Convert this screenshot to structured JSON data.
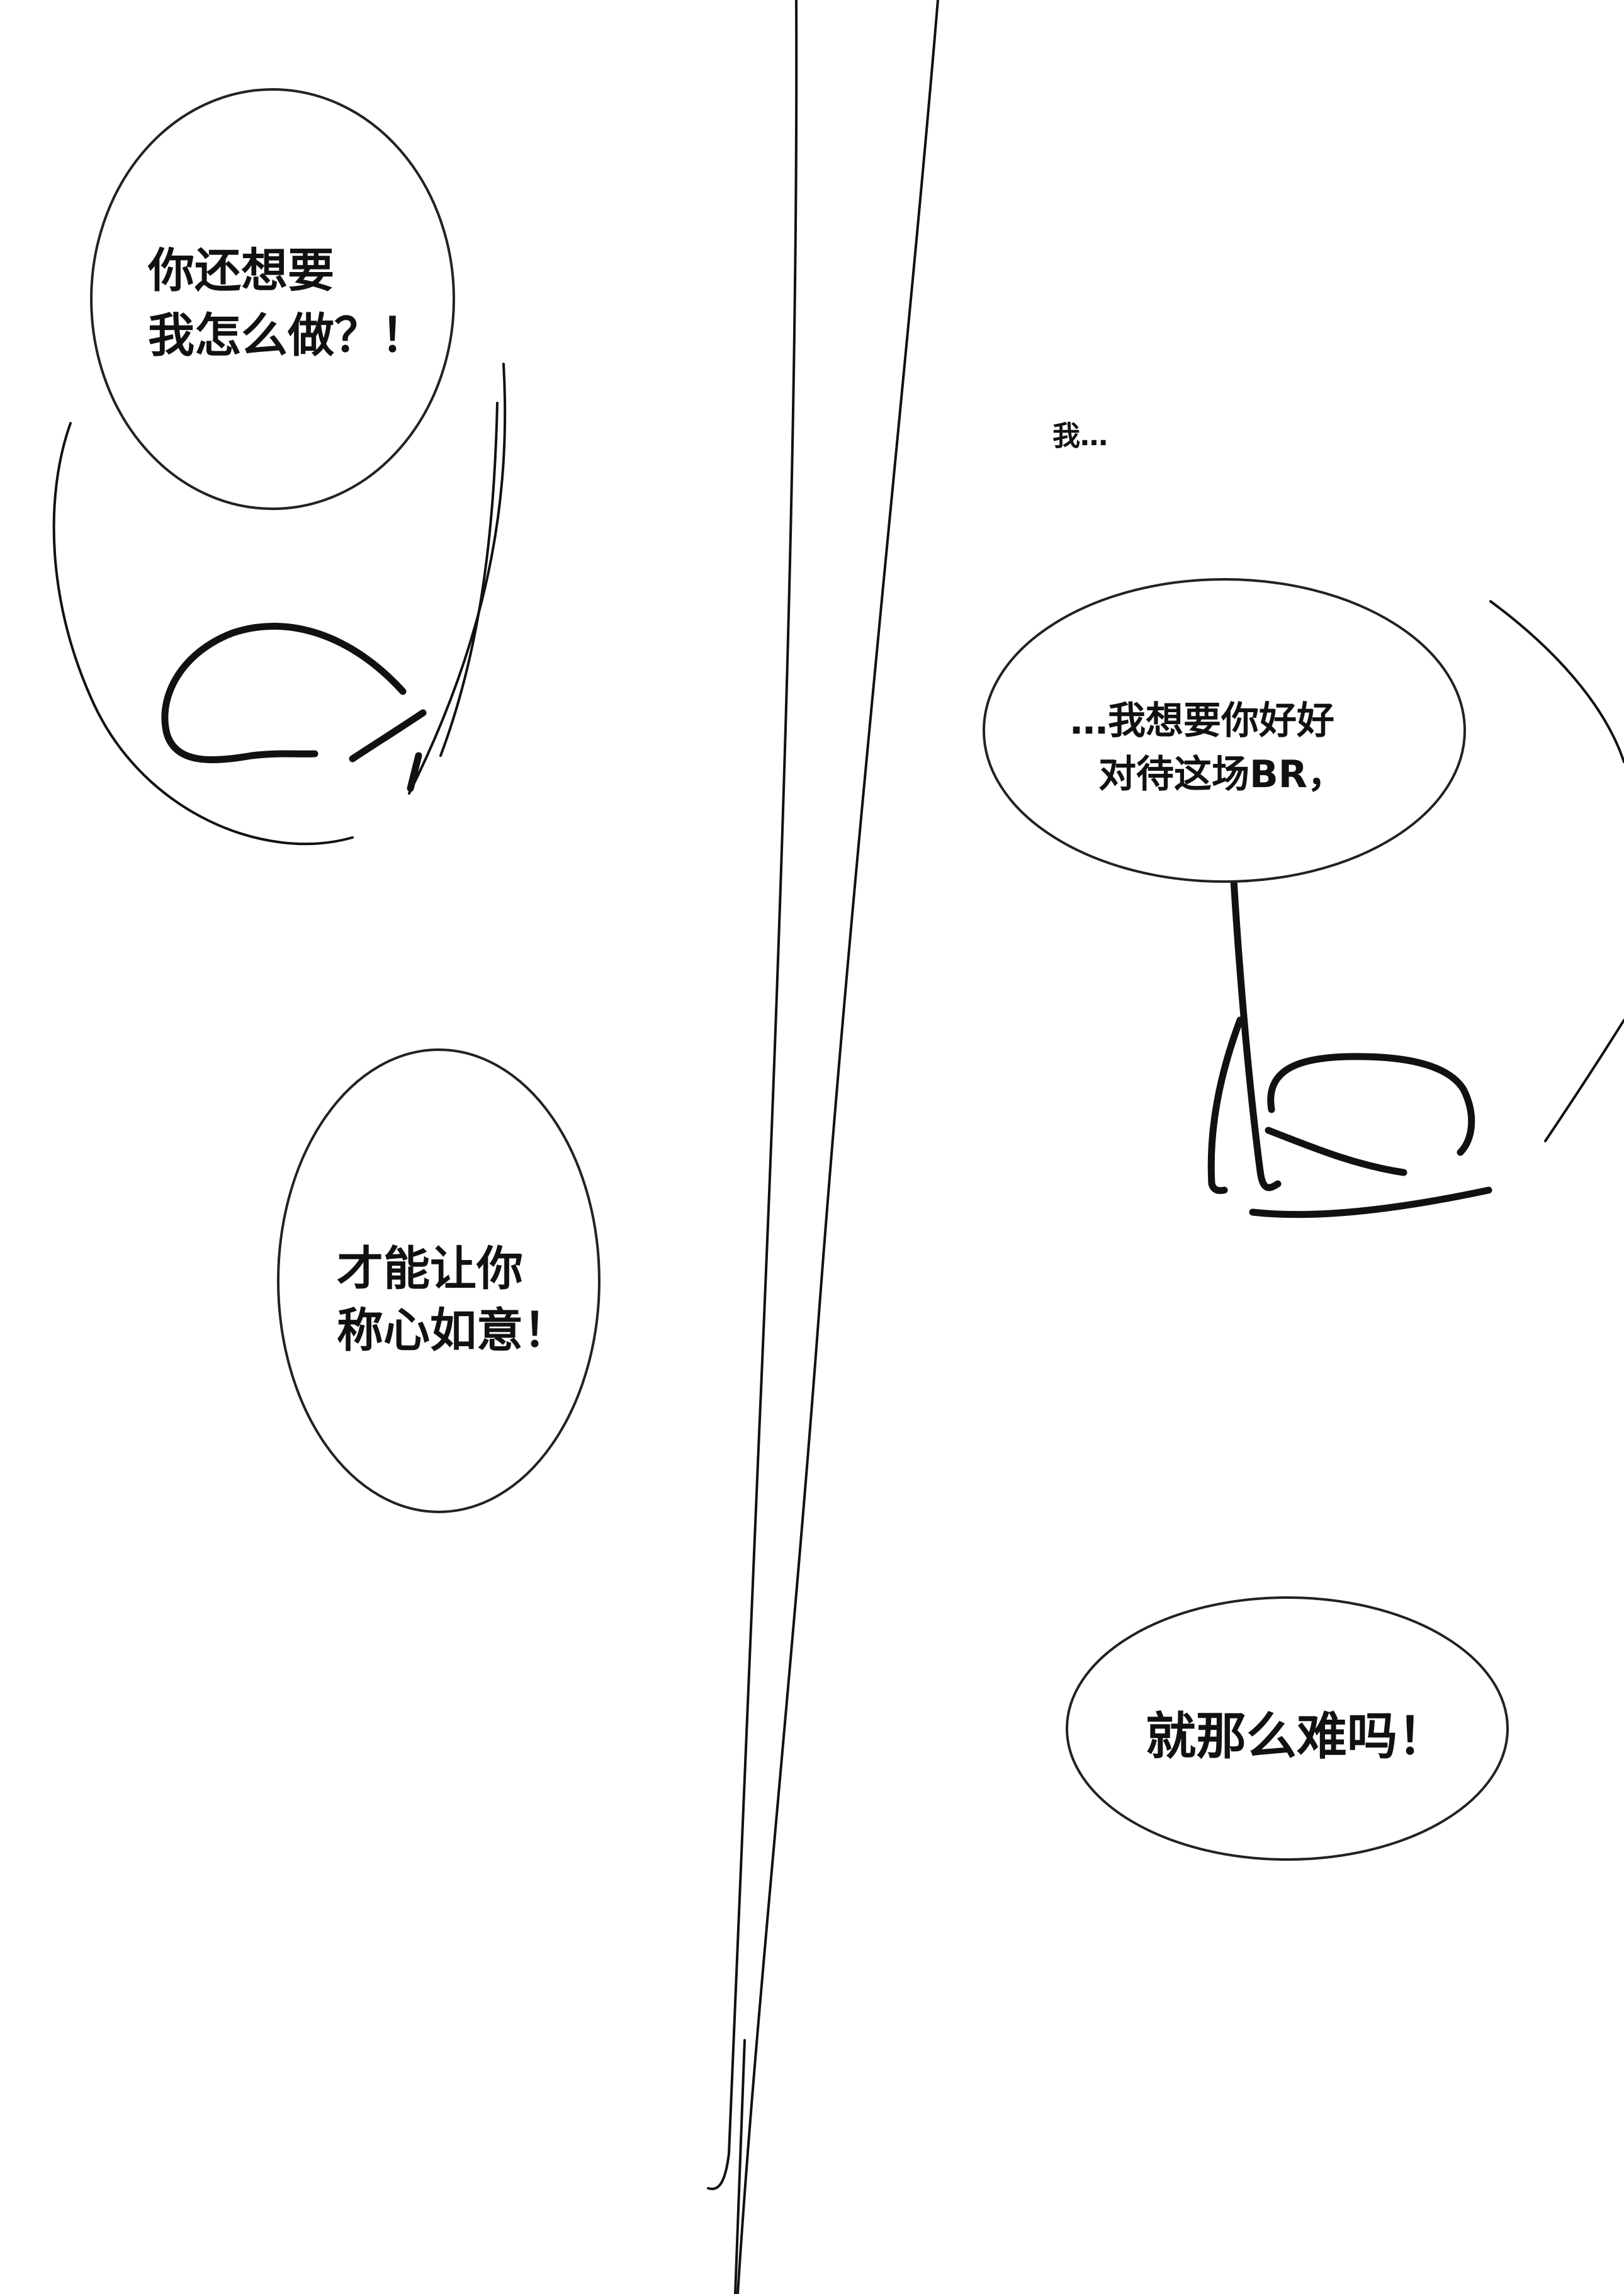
{
  "page": {
    "background_color": "#ffffff",
    "ink_color": "#111111"
  },
  "left_panel": {
    "bubble_top": {
      "line1": "你还想要",
      "line2": "我怎么做？！"
    },
    "bubble_middle": {
      "line1": "才能让你",
      "line2": "称心如意！"
    }
  },
  "right_panel": {
    "caption_small": "我…",
    "bubble_top": {
      "line1": "…我想要你好好",
      "line2": "对待这场BR，"
    },
    "bubble_bottom": {
      "line1": "就那么难吗！"
    }
  }
}
